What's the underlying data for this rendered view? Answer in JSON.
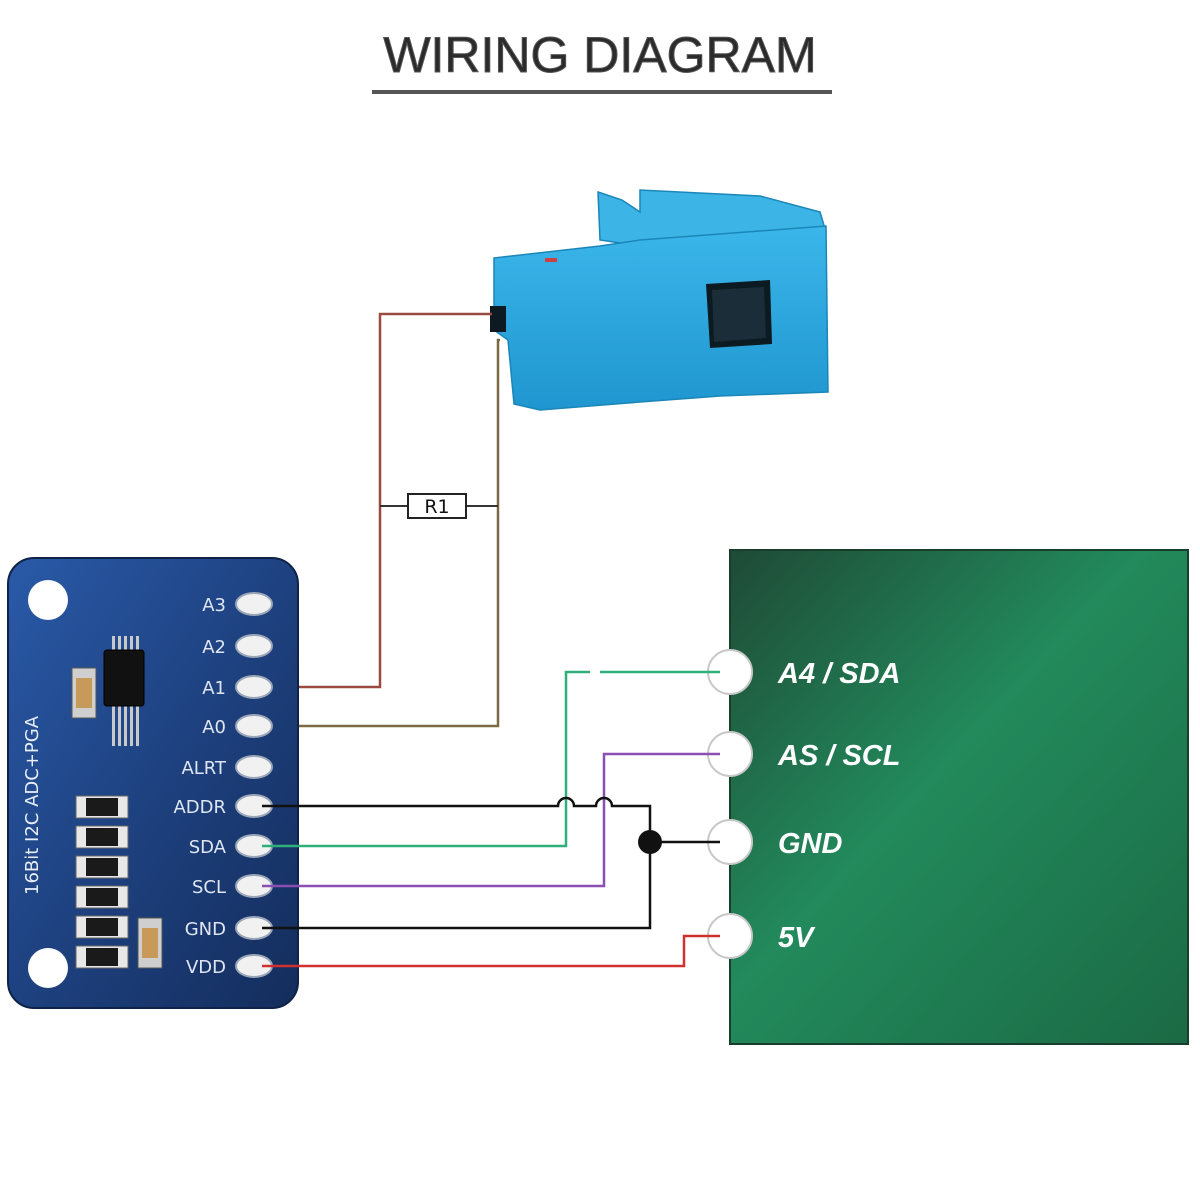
{
  "title": "WIRING DIAGRAM",
  "resistor": {
    "label": "R1"
  },
  "adc_board": {
    "vertical_label": "16Bit I2C ADC+PGA",
    "pins": [
      "A3",
      "A2",
      "A1",
      "A0",
      "ALRT",
      "ADDR",
      "SDA",
      "SCL",
      "GND",
      "VDD"
    ]
  },
  "arduino_board": {
    "pins": [
      "A4 / SDA",
      "AS / SCL",
      "GND",
      "5V"
    ]
  },
  "colors": {
    "adc_board": "#1d3f7c",
    "arduino_board": "#1f7a4f",
    "sensor": "#2aa8df",
    "wire_brown": "#9a4a40",
    "wire_olive": "#6a7a3a",
    "wire_green": "#2fb07a",
    "wire_purple": "#8a4fb0",
    "wire_black": "#111111",
    "wire_red": "#d03030"
  }
}
